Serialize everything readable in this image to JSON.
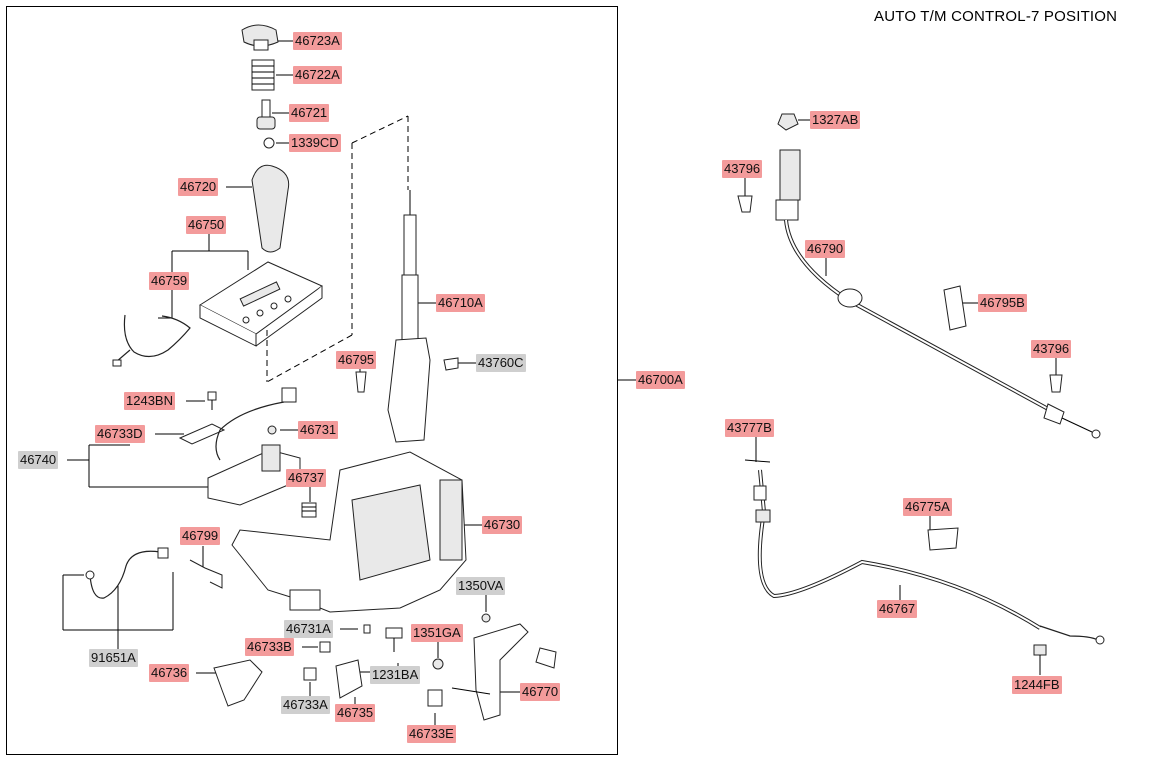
{
  "title": "AUTO T/M CONTROL-7 POSITION",
  "labels": {
    "p46723A": "46723A",
    "p46722A": "46722A",
    "p46721": "46721",
    "p1339CD": "1339CD",
    "p46720": "46720",
    "p46750": "46750",
    "p46759": "46759",
    "p46710A": "46710A",
    "p46795": "46795",
    "p43760C": "43760C",
    "p46700A": "46700A",
    "p1243BN": "1243BN",
    "p46733D": "46733D",
    "p46731": "46731",
    "p46740": "46740",
    "p46737": "46737",
    "p46730": "46730",
    "p46799": "46799",
    "p1350VA": "1350VA",
    "p46731A": "46731A",
    "p1351GA": "1351GA",
    "p46733B": "46733B",
    "p91651A": "91651A",
    "p46736": "46736",
    "p1231BA": "1231BA",
    "p46770": "46770",
    "p46733A": "46733A",
    "p46735": "46735",
    "p46733E": "46733E",
    "p1327AB": "1327AB",
    "p43796a": "43796",
    "p46790": "46790",
    "p46795B": "46795B",
    "p43796b": "43796",
    "p43777B": "43777B",
    "p46775A": "46775A",
    "p46767": "46767",
    "p1244FB": "1244FB"
  },
  "colors": {
    "highlight_label": "#f39b9b",
    "neutral_label": "#cfcfcf",
    "line": "#000000"
  }
}
